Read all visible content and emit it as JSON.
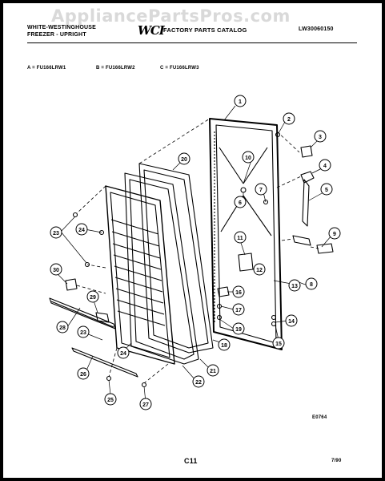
{
  "watermark": "AppliancePartsPros.com",
  "header": {
    "brand": "WHITE-WESTINGHOUSE",
    "product": "FREEZER - UPRIGHT",
    "logo": "WCI",
    "catalog": "FACTORY PARTS CATALOG",
    "part_number": "LW30060150"
  },
  "models": {
    "a": "A = FU166LRW1",
    "b": "B = FU166LRW2",
    "c": "C = FU166LRW3"
  },
  "callouts": [
    "1",
    "2",
    "3",
    "4",
    "5",
    "6",
    "7",
    "8",
    "9",
    "10",
    "11",
    "12",
    "13",
    "14",
    "15",
    "16",
    "17",
    "18",
    "19",
    "20",
    "21",
    "22",
    "23",
    "24",
    "25",
    "26",
    "27",
    "28",
    "29",
    "30",
    "6",
    "24",
    "23",
    "23",
    "23",
    "24"
  ],
  "footer": {
    "diagram_code": "E0764",
    "page": "C11",
    "date": "7/90"
  }
}
